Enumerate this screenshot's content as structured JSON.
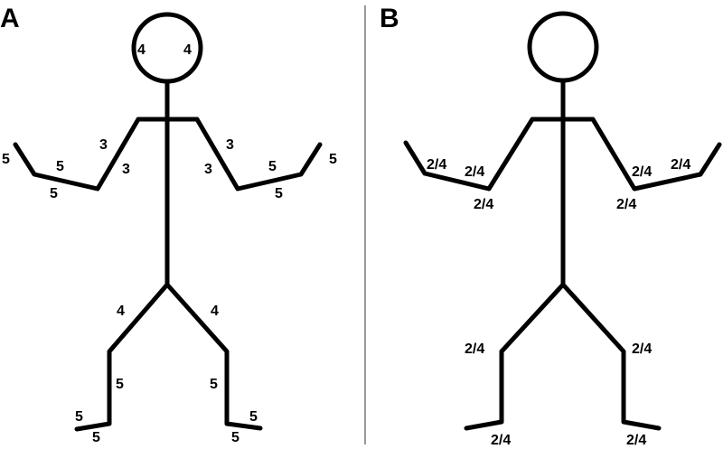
{
  "panels": {
    "A": {
      "letter": "A",
      "labels": {
        "head_left": "4",
        "head_right": "4",
        "upper_arm_left_outer": "3",
        "upper_arm_left_inner": "3",
        "upper_arm_right_outer": "3",
        "upper_arm_right_inner": "3",
        "forearm_left_top": "5",
        "forearm_left_bottom": "5",
        "forearm_right_top": "5",
        "forearm_right_bottom": "5",
        "hand_left": "5",
        "hand_right": "5",
        "thigh_left": "4",
        "thigh_right": "4",
        "shin_left": "5",
        "shin_right": "5",
        "foot_left_top": "5",
        "foot_left_bottom": "5",
        "foot_right_top": "5",
        "foot_right_bottom": "5"
      }
    },
    "B": {
      "letter": "B",
      "labels": {
        "hand_left": "2/4",
        "forearm_left": "2/4",
        "elbow_left": "2/4",
        "hand_right": "2/4",
        "forearm_right": "2/4",
        "elbow_right": "2/4",
        "knee_left": "2/4",
        "knee_right": "2/4",
        "foot_left": "2/4",
        "foot_right": "2/4"
      }
    }
  }
}
